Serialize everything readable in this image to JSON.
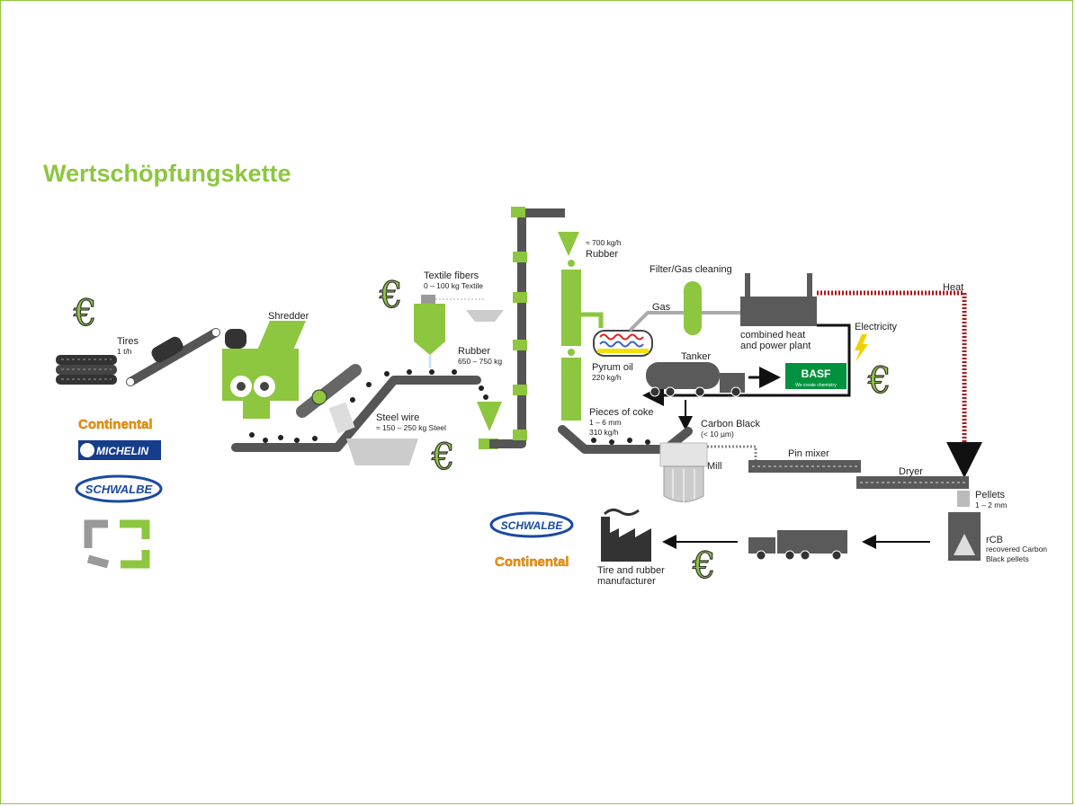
{
  "title": "Wertschöpfungskette",
  "labels": {
    "tires": "Tires",
    "tires_rate": "1 t/h",
    "shredder": "Shredder",
    "textile": "Textile fibers",
    "textile_sub": "0 – 100 kg Textile",
    "rubber": "Rubber",
    "rubber_sub": "650 – 750 kg",
    "steel": "Steel wire",
    "steel_sub": "≈ 150 – 250 kg Steel",
    "rubber_top_rate": "≈ 700 kg/h",
    "rubber_top": "Rubber",
    "filter": "Filter/Gas cleaning",
    "gas": "Gas",
    "heat": "Heat",
    "chp1": "combined heat",
    "chp2": "and power plant",
    "electricity": "Electricity",
    "tanker": "Tanker",
    "pyrum_oil": "Pyrum oil",
    "pyrum_oil_rate": "220 kg/h",
    "coke": "Pieces of coke",
    "coke_size": "1 – 6 mm",
    "coke_rate": "310 kg/h",
    "carbon_black": "Carbon Black",
    "carbon_black_size": "(< 10 µm)",
    "mill": "Mill",
    "pin_mixer": "Pin mixer",
    "dryer": "Dryer",
    "pellets": "Pellets",
    "pellets_size": "1 – 2 mm",
    "rcb": "rCB",
    "rcb_sub1": "recovered Carbon",
    "rcb_sub2": "Black pellets",
    "manufacturer1": "Tire and rubber",
    "manufacturer2": "manufacturer"
  },
  "logos": {
    "continental": "Continental",
    "michelin": "MICHELIN",
    "schwalbe": "SCHWALBE",
    "basf": "BASF",
    "basf_tagline": "We create chemistry"
  },
  "euro_symbol": "€",
  "colors": {
    "accent": "#8dc63f",
    "machine": "#5a5a5a",
    "heat": "#b3161c",
    "basf": "#21a0d2"
  }
}
